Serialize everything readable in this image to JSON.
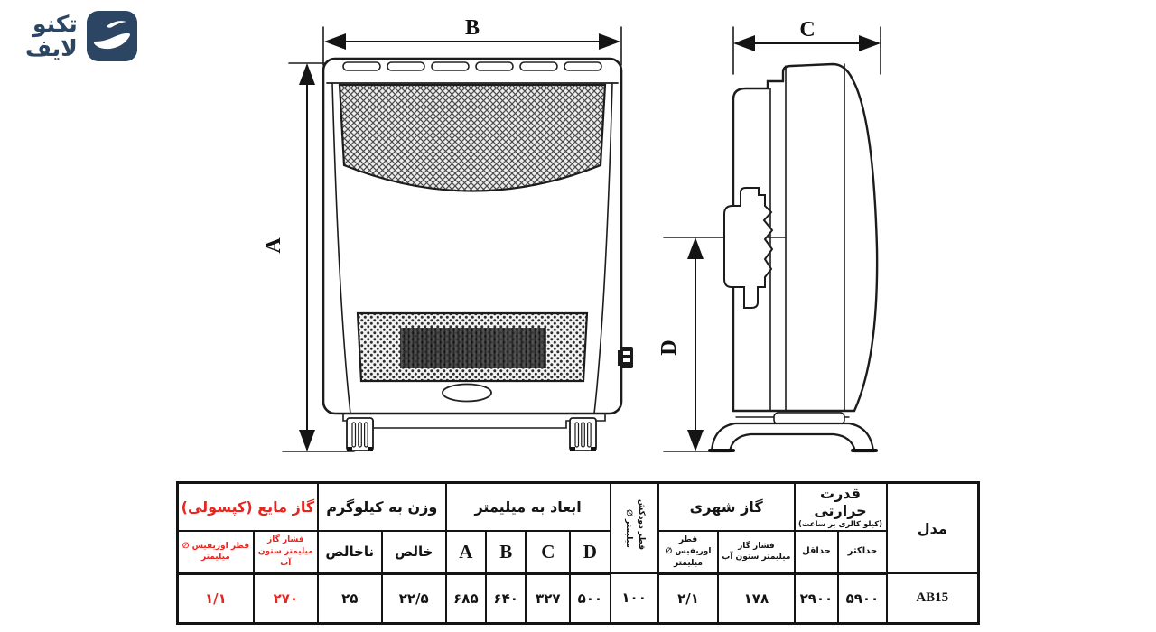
{
  "logo": {
    "line1": "تکنو",
    "line2": "لایف"
  },
  "drawing": {
    "front_width_label": "B",
    "front_height_label": "A",
    "side_depth_label": "C",
    "side_knob_height_label": "D"
  },
  "table": {
    "model_header": "مدل",
    "model_value": "AB15",
    "thermal_header": "قدرت حرارتی",
    "thermal_sub": "(کیلو کالری بر ساعت)",
    "thermal_max_label": "حداکثر",
    "thermal_min_label": "حداقل",
    "thermal_max_value": "۵۹۰۰",
    "thermal_min_value": "۲۹۰۰",
    "city_header": "گاز شهری",
    "city_pressure_label": "فشار گاز",
    "city_pressure_unit": "میلیمتر ستون آب",
    "city_orifice_label": "قطر اوریفیس ∅",
    "city_orifice_unit": "میلیمتر",
    "city_pressure_value": "۱۷۸",
    "city_orifice_value": "۲/۱",
    "chimney_line1": "قطر دودکش",
    "chimney_line2": "میلیمتر ∅",
    "chimney_value": "۱۰۰",
    "dims_header": "ابعاد به میلیمتر",
    "dim_a_label": "A",
    "dim_b_label": "B",
    "dim_c_label": "C",
    "dim_d_label": "D",
    "dim_a_value": "۶۸۵",
    "dim_b_value": "۶۴۰",
    "dim_c_value": "۳۲۷",
    "dim_d_value": "۵۰۰",
    "weight_header": "وزن به کیلوگرم",
    "weight_net_label": "خالص",
    "weight_gross_label": "ناخالص",
    "weight_net_value": "۲۲/۵",
    "weight_gross_value": "۲۵",
    "lpg_header": "گاز مایع (کپسولی)",
    "lpg_pressure_label": "فشار گاز",
    "lpg_pressure_unit": "میلیمتر ستون آب",
    "lpg_orifice_label": "قطر اوریفیس ∅",
    "lpg_orifice_unit": "میلیمتر",
    "lpg_pressure_value": "۲۷۰",
    "lpg_orifice_value": "۱/۱"
  },
  "colors": {
    "accent_red": "#e8251f",
    "logo_navy": "#2b4563",
    "line_color": "#1c1c1c"
  }
}
